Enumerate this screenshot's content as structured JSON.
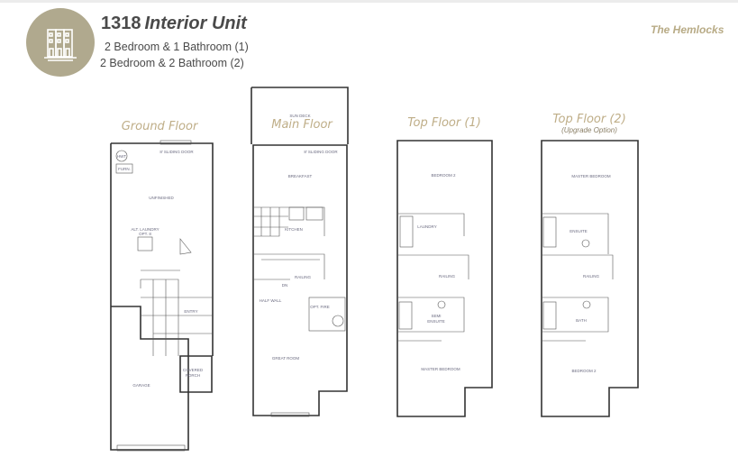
{
  "header": {
    "unit_number": "1318",
    "unit_type": "Interior Unit",
    "option_1": "2 Bedroom & 1 Bathroom (1)",
    "option_2": "2 Bedroom & 2 Bathroom (2)",
    "logo_icon": "townhouse-icon",
    "brand": "The Hemlocks",
    "accent_color": "#b0a98e"
  },
  "floors": {
    "ground": {
      "title": "Ground Floor",
      "rooms": {
        "hwt": "HWT",
        "furn": "FURN.",
        "unfinished": "UNFINISHED",
        "laundry": "ALT. LAUNDRY",
        "laundry_opt": "OPT. 8",
        "entry": "ENTRY",
        "garage": "GARAGE",
        "porch_1": "COVERED",
        "porch_2": "PORCH",
        "door": "8' SLIDING DOOR"
      }
    },
    "main": {
      "title": "Main Floor",
      "rooms": {
        "deck": "SUN DECK",
        "breakfast": "BREAKFAST",
        "kitchen": "KITCHEN",
        "great_room": "GREAT ROOM",
        "fire": "OPT. FIRE",
        "half_wall": "HALF WALL",
        "door": "8' SLIDING DOOR",
        "railing": "RAILING",
        "dn": "DN"
      }
    },
    "top1": {
      "title": "Top Floor (1)",
      "rooms": {
        "bedroom2": "BEDROOM 2",
        "laundry": "LAUNDRY",
        "semi_1": "SEMI",
        "semi_2": "ENSUITE",
        "master": "MASTER BEDROOM",
        "railing": "RAILING"
      }
    },
    "top2": {
      "title": "Top Floor (2)",
      "subtitle": "(Upgrade Option)",
      "rooms": {
        "master": "MASTER BEDROOM",
        "ensuite": "ENSUITE",
        "bath": "BATH",
        "bedroom2": "BEDROOM 2",
        "railing": "RAILING"
      }
    }
  }
}
